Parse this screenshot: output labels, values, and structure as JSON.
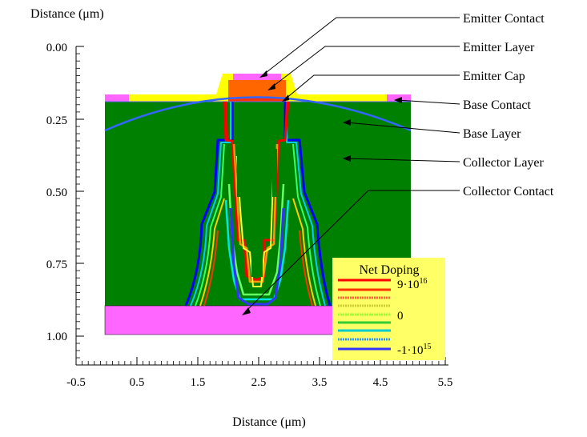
{
  "figure": {
    "y_axis_label": "Distance (μm)",
    "x_axis_label": "Distance (μm)",
    "x_ticks": [
      "-0.5",
      "0.5",
      "1.5",
      "2.5",
      "3.5",
      "4.5",
      "5.5"
    ],
    "y_ticks": [
      "0.00",
      "0.25",
      "0.50",
      "0.75",
      "1.00"
    ]
  },
  "annotations": [
    "Emitter Contact",
    "Emitter Layer",
    "Emitter Cap",
    "Base Contact",
    "Base Layer",
    "Collector Layer",
    "Collector Contact"
  ],
  "legend": {
    "title": "Net Doping",
    "label_top": "9·10",
    "label_top_exp": "16",
    "label_mid": "0",
    "label_bottom": "-1·10",
    "label_bottom_exp": "15"
  },
  "colors": {
    "collector_layer": "#008000",
    "contact": "#ff66ff",
    "base_contact_metal": "#ffff00",
    "emitter_layer": "#ff6600",
    "legend_bg": "#ffff66",
    "contour_high": "#ff0000",
    "contour_low": "#0000ff"
  }
}
